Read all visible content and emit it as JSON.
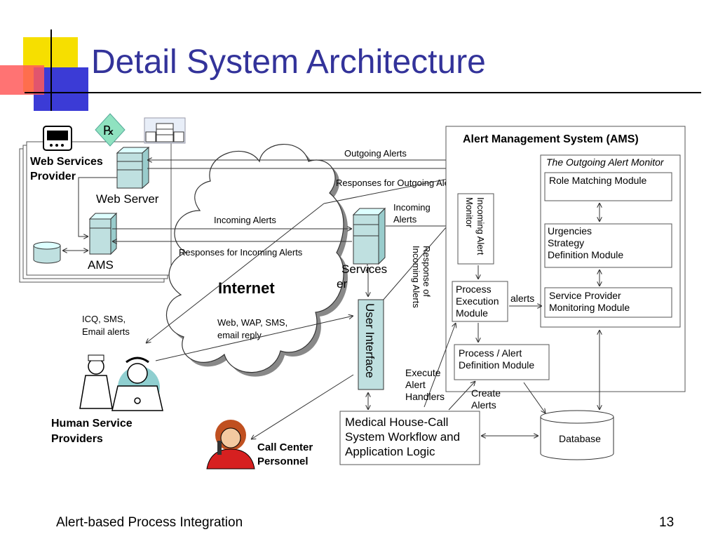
{
  "slide": {
    "title": "Detail System Architecture",
    "footer_left": "Alert-based Process Integration",
    "page_number": "13"
  },
  "colors": {
    "title": "#33339a",
    "accent_yellow": "#f6df00",
    "accent_red": "#ff4d4d",
    "accent_blue": "#3b3bd6",
    "server_fill": "#bfe0e0"
  },
  "provider": {
    "title_line1": "Web Services",
    "title_line2": "Provider",
    "web_server": "Web Server",
    "ams": "AMS"
  },
  "cloud": {
    "label": "Internet",
    "incoming_alerts": "Incoming Alerts",
    "responses_incoming": "Responses for Incoming Alerts",
    "web_wap_line1": "Web, WAP, SMS,",
    "web_wap_line2": "email reply",
    "services_line1": "Services",
    "services_line2": "er"
  },
  "flows": {
    "outgoing_alerts": "Outgoing Alerts",
    "responses_outgoing": "Responses for Outgoing Alerts",
    "incoming_line1": "Incoming",
    "incoming_line2": "Alerts",
    "icq_line1": "ICQ, SMS,",
    "icq_line2": "Email alerts",
    "response_of_line1": "Response of",
    "response_of_line2": "Incoming Alerts",
    "execute_line1": "Execute",
    "execute_line2": "Alert",
    "execute_line3": "Handlers",
    "create_line1": "Create",
    "create_line2": "Alerts",
    "alerts": "alerts"
  },
  "ams": {
    "title": "Alert Management  System (AMS)",
    "outgoing_monitor": "The Outgoing Alert Monitor",
    "role_matching": "Role Matching Module",
    "urgencies_line1": "Urgencies",
    "urgencies_line2": "Strategy",
    "urgencies_line3": "Definition Module",
    "sp_monitor_line1": "Service Provider",
    "sp_monitor_line2": "Monitoring Module",
    "incoming_monitor_line1": "Incoming Alert",
    "incoming_monitor_line2": "Monitor",
    "process_exec_line1": "Process",
    "process_exec_line2": "Execution",
    "process_exec_line3": "Module",
    "process_alert_line1": "Process / Alert",
    "process_alert_line2": "Definition Module"
  },
  "user_interface": "User Interface",
  "workflow": {
    "line1": "Medical House-Call",
    "line2": "System Workflow and",
    "line3": "Application Logic"
  },
  "database": "Database",
  "people": {
    "human_line1": "Human Service",
    "human_line2": "Providers",
    "call_line1": "Call Center",
    "call_line2": "Personnel"
  },
  "icons": [
    "stethoscope-monitor-icon",
    "prescription-rx-icon",
    "hospital-building-icon",
    "nurse-doctor-icon",
    "call-center-operator-icon",
    "server-icon",
    "database-icon",
    "cloud-icon"
  ]
}
